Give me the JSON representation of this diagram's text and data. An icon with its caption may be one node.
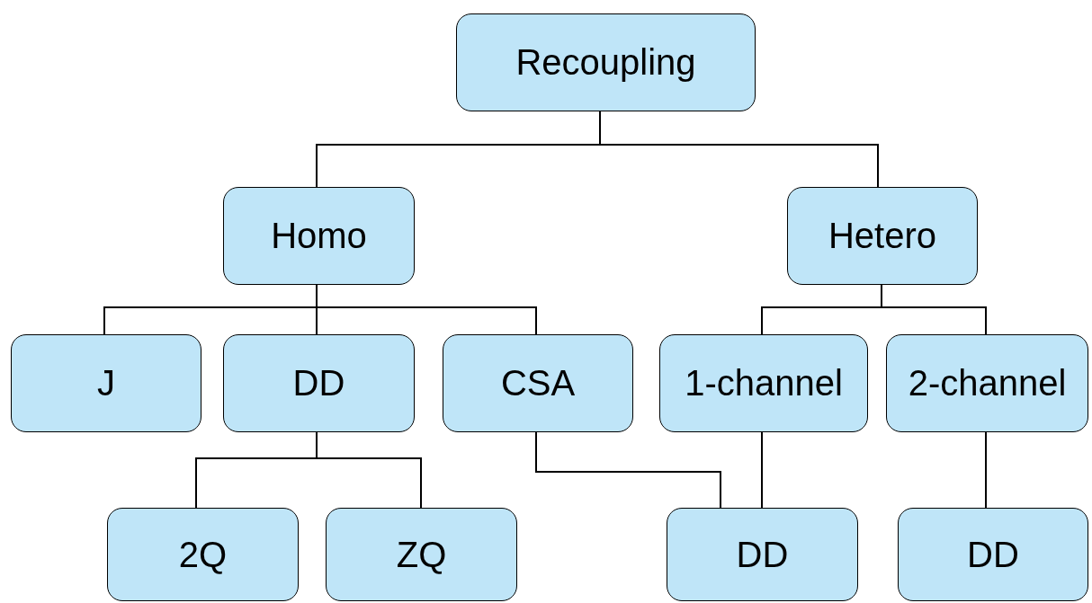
{
  "diagram": {
    "nodes": [
      {
        "text": [
          "Recoupling"
        ]
      },
      {
        "text": [
          "Homo"
        ]
      },
      {
        "text": [
          "Hetero"
        ]
      },
      {
        "text": [
          "J"
        ]
      },
      {
        "text": [
          "DD"
        ]
      },
      {
        "text": [
          "CSA"
        ]
      },
      {
        "text": [
          "1-channel"
        ]
      },
      {
        "text": [
          "2-channel"
        ]
      },
      {
        "text": [
          "2Q"
        ]
      },
      {
        "text": [
          "ZQ"
        ]
      },
      {
        "text": [
          "DD"
        ]
      },
      {
        "text": [
          "DD"
        ]
      }
    ],
    "edges": [
      {
        "from": 0,
        "to": 1,
        "arrow": "none"
      },
      {
        "from": 0,
        "to": 2,
        "arrow": "none"
      },
      {
        "from": 1,
        "to": 3,
        "arrow": "none"
      },
      {
        "from": 1,
        "to": 4,
        "arrow": "none"
      },
      {
        "from": 1,
        "to": 5,
        "arrow": "none"
      },
      {
        "from": 2,
        "to": 6,
        "arrow": "none"
      },
      {
        "from": 2,
        "to": 7,
        "arrow": "none"
      },
      {
        "from": 4,
        "to": 8,
        "arrow": "none"
      },
      {
        "from": 4,
        "to": 9,
        "arrow": "none"
      },
      {
        "from": 5,
        "to": 10,
        "arrow": "none"
      },
      {
        "from": 6,
        "to": 10,
        "arrow": "none"
      },
      {
        "from": 7,
        "to": 11,
        "arrow": "none"
      }
    ]
  }
}
